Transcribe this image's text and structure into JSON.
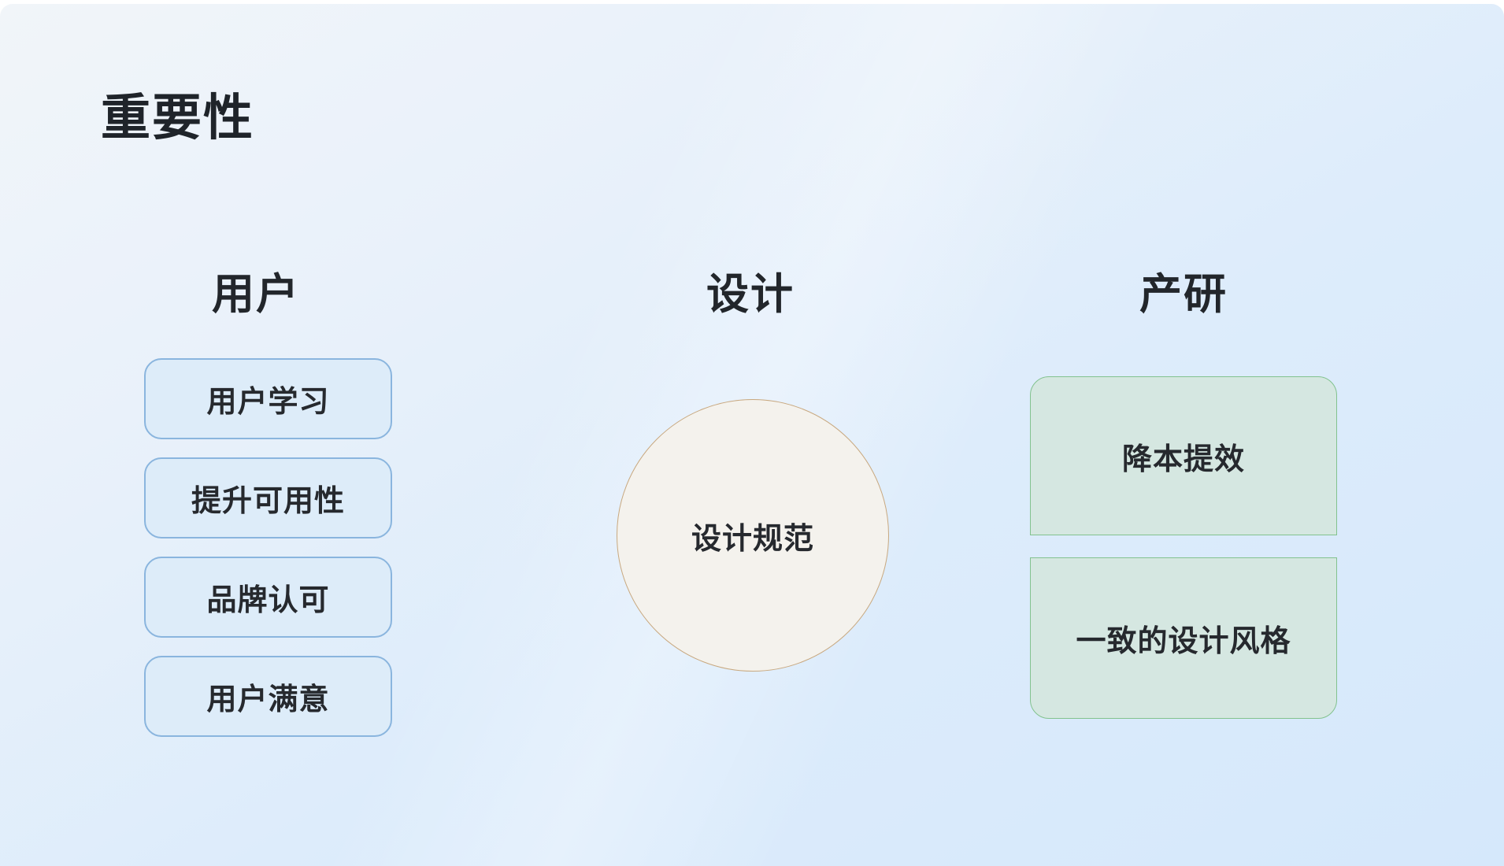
{
  "page": {
    "title": "重要性"
  },
  "columns": [
    {
      "id": "users",
      "header": "用户",
      "items": [
        "用户学习",
        "提升可用性",
        "品牌认可",
        "用户满意"
      ]
    },
    {
      "id": "design",
      "header": "设计",
      "circle_label": "设计规范"
    },
    {
      "id": "product-rnd",
      "header": "产研",
      "items": [
        "降本提效",
        "一致的设计风格"
      ]
    }
  ],
  "colors": {
    "background_top": "#f1f5f9",
    "background_bottom": "#d5e8fb",
    "user_box_fill": "#ddecf9",
    "user_box_border": "#8ab5de",
    "design_circle_fill": "#f4f2ed",
    "design_circle_border": "#c8a87f",
    "product_box_fill": "#d5e7e1",
    "product_box_border": "#82c28e",
    "text": "#22262b"
  }
}
